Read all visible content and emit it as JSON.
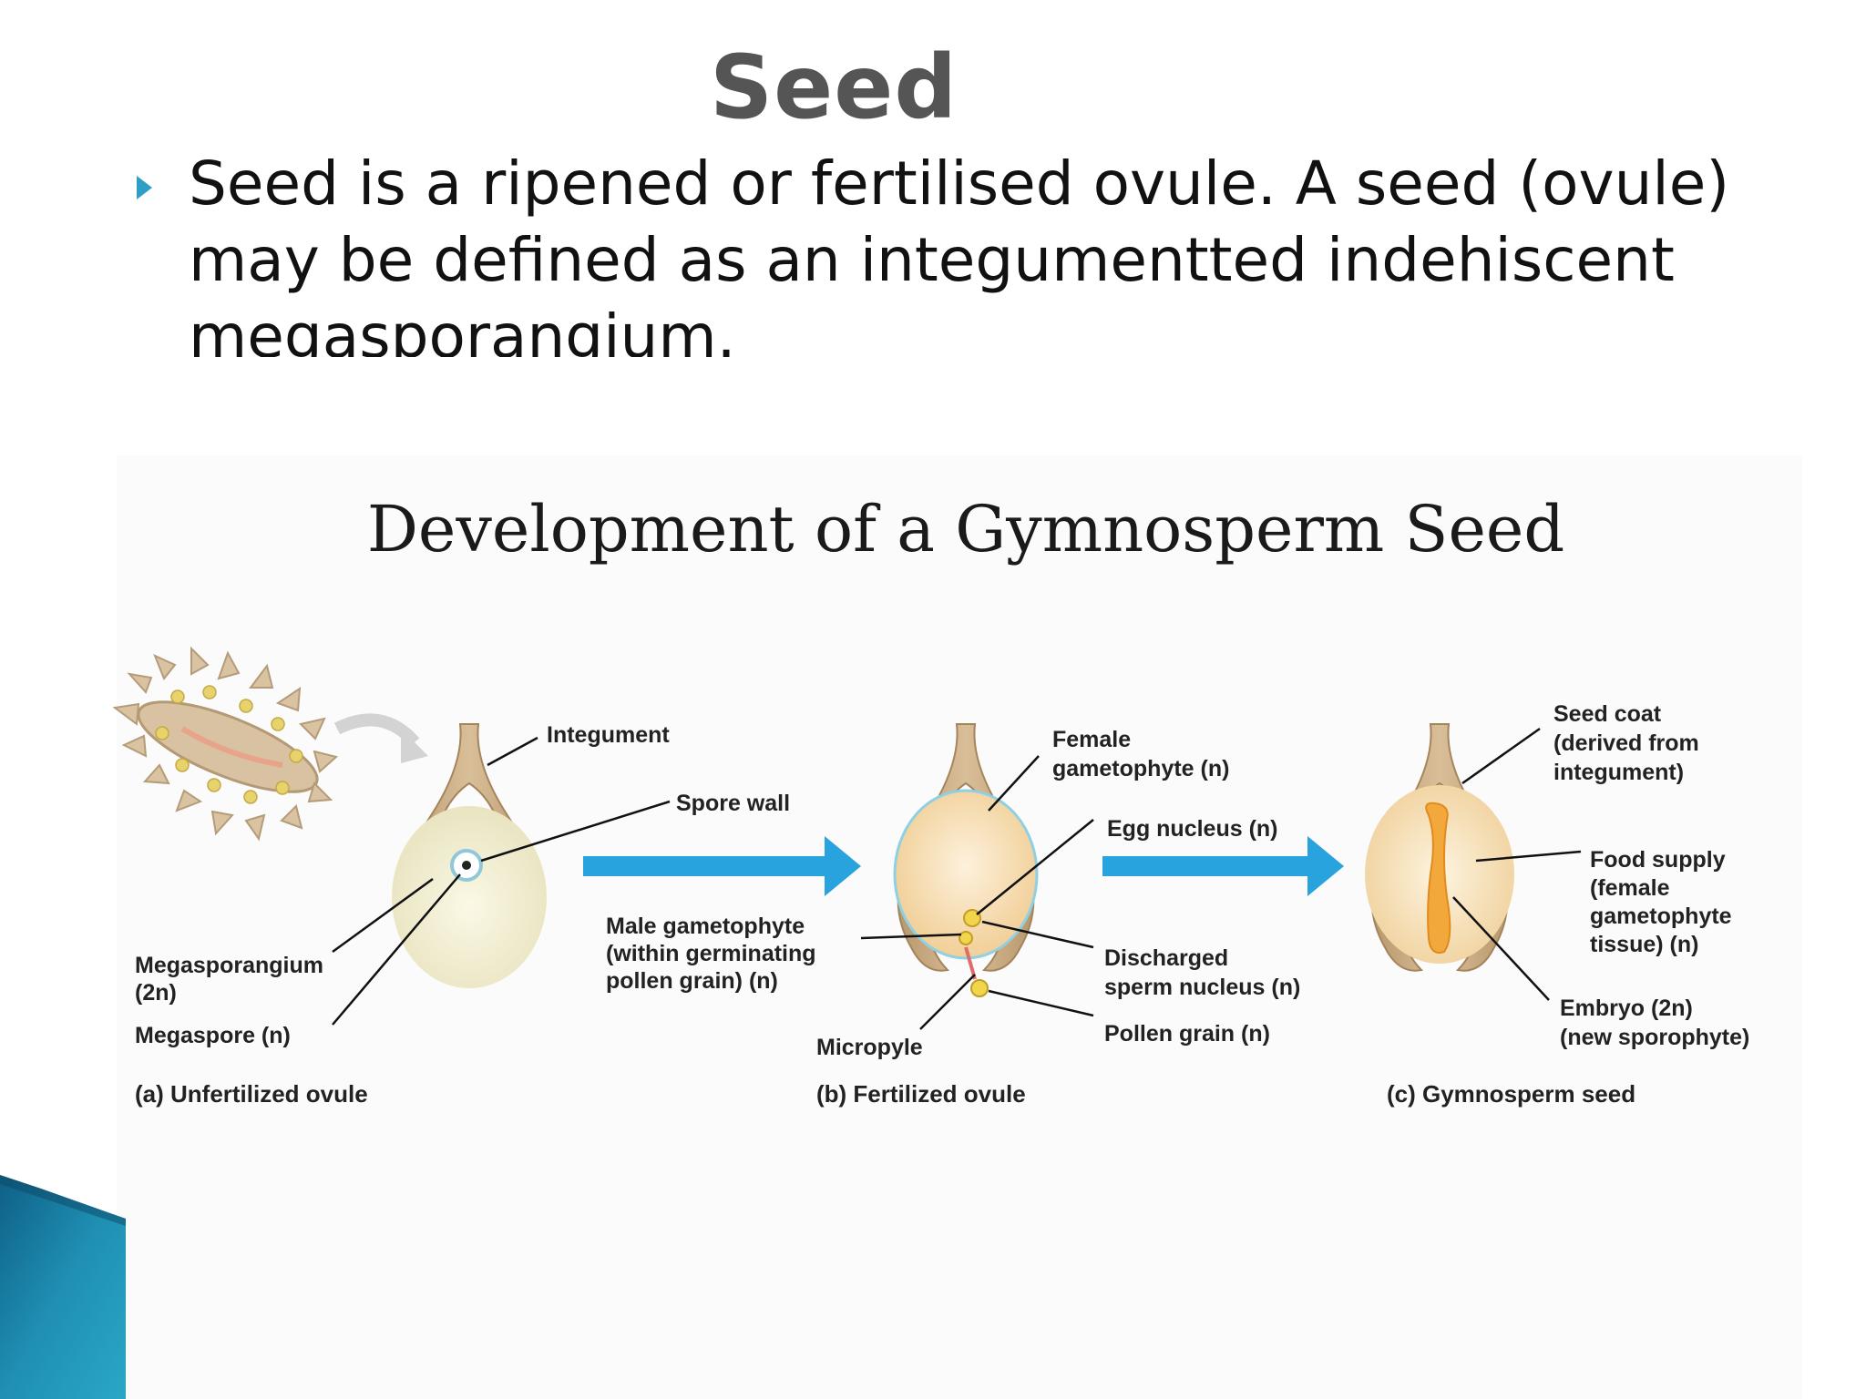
{
  "slide": {
    "title": "Seed",
    "bullet": "Seed is a ripened or fertilised ovule. A seed (ovule) may be defined as an integumentted indehiscent megasporangium."
  },
  "figure": {
    "title": "Development of a Gymnosperm Seed",
    "panel_a": {
      "caption": "(a) Unfertilized ovule",
      "integument": "Integument",
      "spore_wall": "Spore wall",
      "megasporangium": "Megasporangium",
      "megasporangium_ploidy": "(2n)",
      "megaspore": "Megaspore (n)"
    },
    "panel_b": {
      "caption": "(b) Fertilized ovule",
      "female_gametophyte_1": "Female",
      "female_gametophyte_2": "gametophyte (n)",
      "egg_nucleus": "Egg nucleus (n)",
      "male_gametophyte_1": "Male gametophyte",
      "male_gametophyte_2": "(within germinating",
      "male_gametophyte_3": "pollen grain) (n)",
      "discharged_1": "Discharged",
      "discharged_2": "sperm nucleus (n)",
      "pollen_grain": "Pollen grain (n)",
      "micropyle": "Micropyle"
    },
    "panel_c": {
      "caption": "(c) Gymnosperm seed",
      "seed_coat_1": "Seed coat",
      "seed_coat_2": "(derived from",
      "seed_coat_3": "integument)",
      "food_supply_1": "Food supply",
      "food_supply_2": "(female",
      "food_supply_3": "gametophyte",
      "food_supply_4": "tissue) (n)",
      "embryo_1": "Embryo (2n)",
      "embryo_2": "(new sporophyte)"
    }
  },
  "colors": {
    "bullet": "#2d9ec5",
    "arrow": "#29a3dd",
    "integument": "#c9ab82",
    "corner": "#1d84a6"
  }
}
